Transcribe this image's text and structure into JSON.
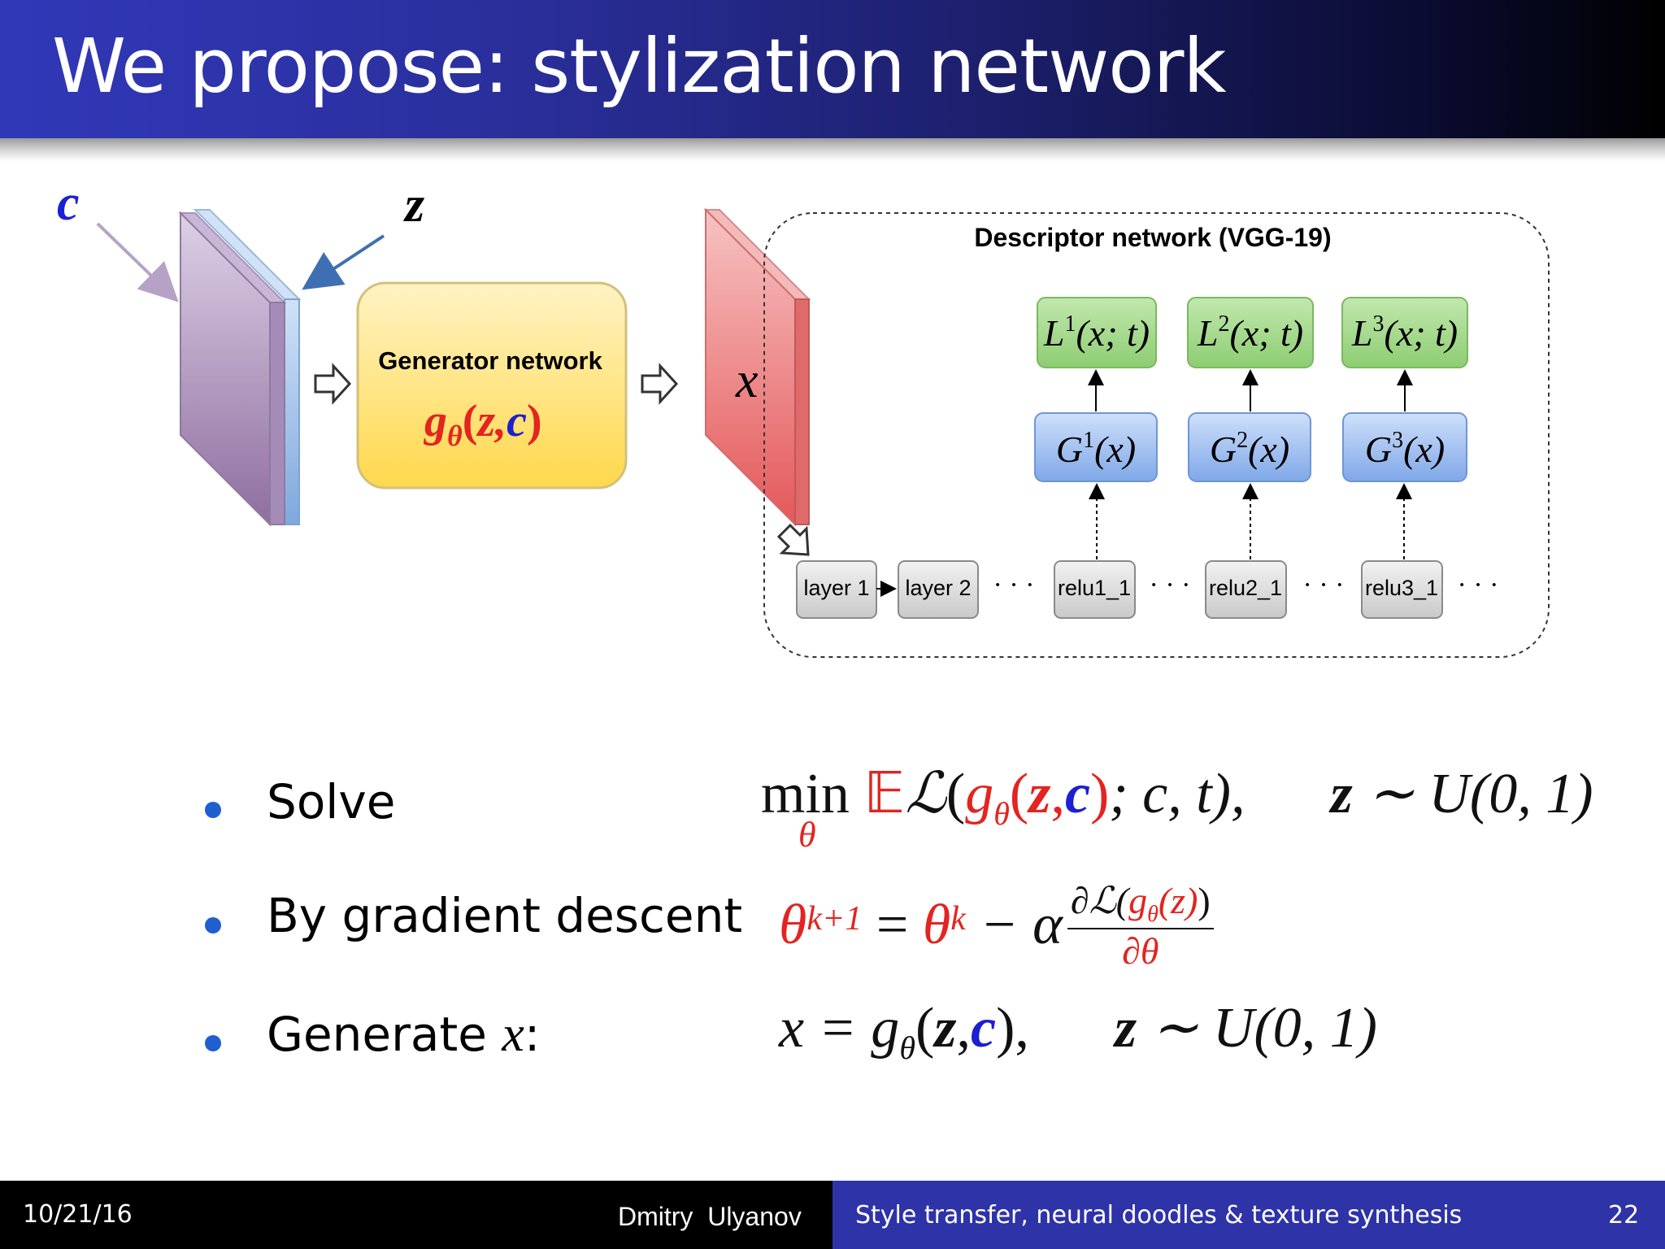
{
  "slide": {
    "title": "We propose: stylization network"
  },
  "diagram": {
    "input_c_label": "c",
    "input_z_label": "z",
    "generator_title": "Generator network",
    "generator_formula": {
      "func": "g",
      "sub": "θ",
      "args_open": "(",
      "z": "z",
      "comma": ",",
      "c": "c",
      "args_close": ")"
    },
    "output_label": "x",
    "descriptor_title": "Descriptor network (VGG-19)",
    "loss_boxes": [
      {
        "base": "L",
        "sup": "1",
        "args": "(x; t)"
      },
      {
        "base": "L",
        "sup": "2",
        "args": "(x; t)"
      },
      {
        "base": "L",
        "sup": "3",
        "args": "(x; t)"
      }
    ],
    "gram_boxes": [
      {
        "base": "G",
        "sup": "1",
        "args": "(x)"
      },
      {
        "base": "G",
        "sup": "2",
        "args": "(x)"
      },
      {
        "base": "G",
        "sup": "3",
        "args": "(x)"
      }
    ],
    "layers": [
      "layer 1",
      "layer 2",
      "relu1_1",
      "relu2_1",
      "relu3_1"
    ],
    "ellipsis": "· · ·"
  },
  "bullets": [
    {
      "label": "Solve"
    },
    {
      "label": "By gradient descent"
    },
    {
      "label": "Generate",
      "label_var": "x",
      "label_suffix": ":"
    }
  ],
  "formulas": {
    "solve": {
      "min": "min",
      "theta": "θ",
      "E": "𝔼",
      "L": "ℒ",
      "open": "(",
      "g": "g",
      "sub": "θ",
      "gopen": "(",
      "z": "z",
      "comma": ",",
      "c": "c",
      "gclose": ")",
      "rest": "; c, t),",
      "z2": "z",
      "dist": " ∼ U(0, 1)"
    },
    "gradient": {
      "lhs_theta": "θ",
      "lhs_sup": "k+1",
      "eq": " = ",
      "rhs_theta": "θ",
      "rhs_sup": "k",
      "minus": " − α",
      "num_prefix": "∂ℒ(",
      "num_g": "g",
      "num_sub": "θ",
      "num_arg": "(z)",
      "num_suffix": ")",
      "den": "∂θ"
    },
    "generate": {
      "lhs": "x = g",
      "sub": "θ",
      "open": "(",
      "z": "z",
      "comma": ",",
      "c": "c",
      "close": "),",
      "z2": "z",
      "dist": " ∼ U(0, 1)"
    }
  },
  "footer": {
    "date": "10/21/16",
    "author": "Dmitry  Ulyanov",
    "talk_title": "Style transfer, neural doodles & texture synthesis",
    "page_number": "22"
  }
}
